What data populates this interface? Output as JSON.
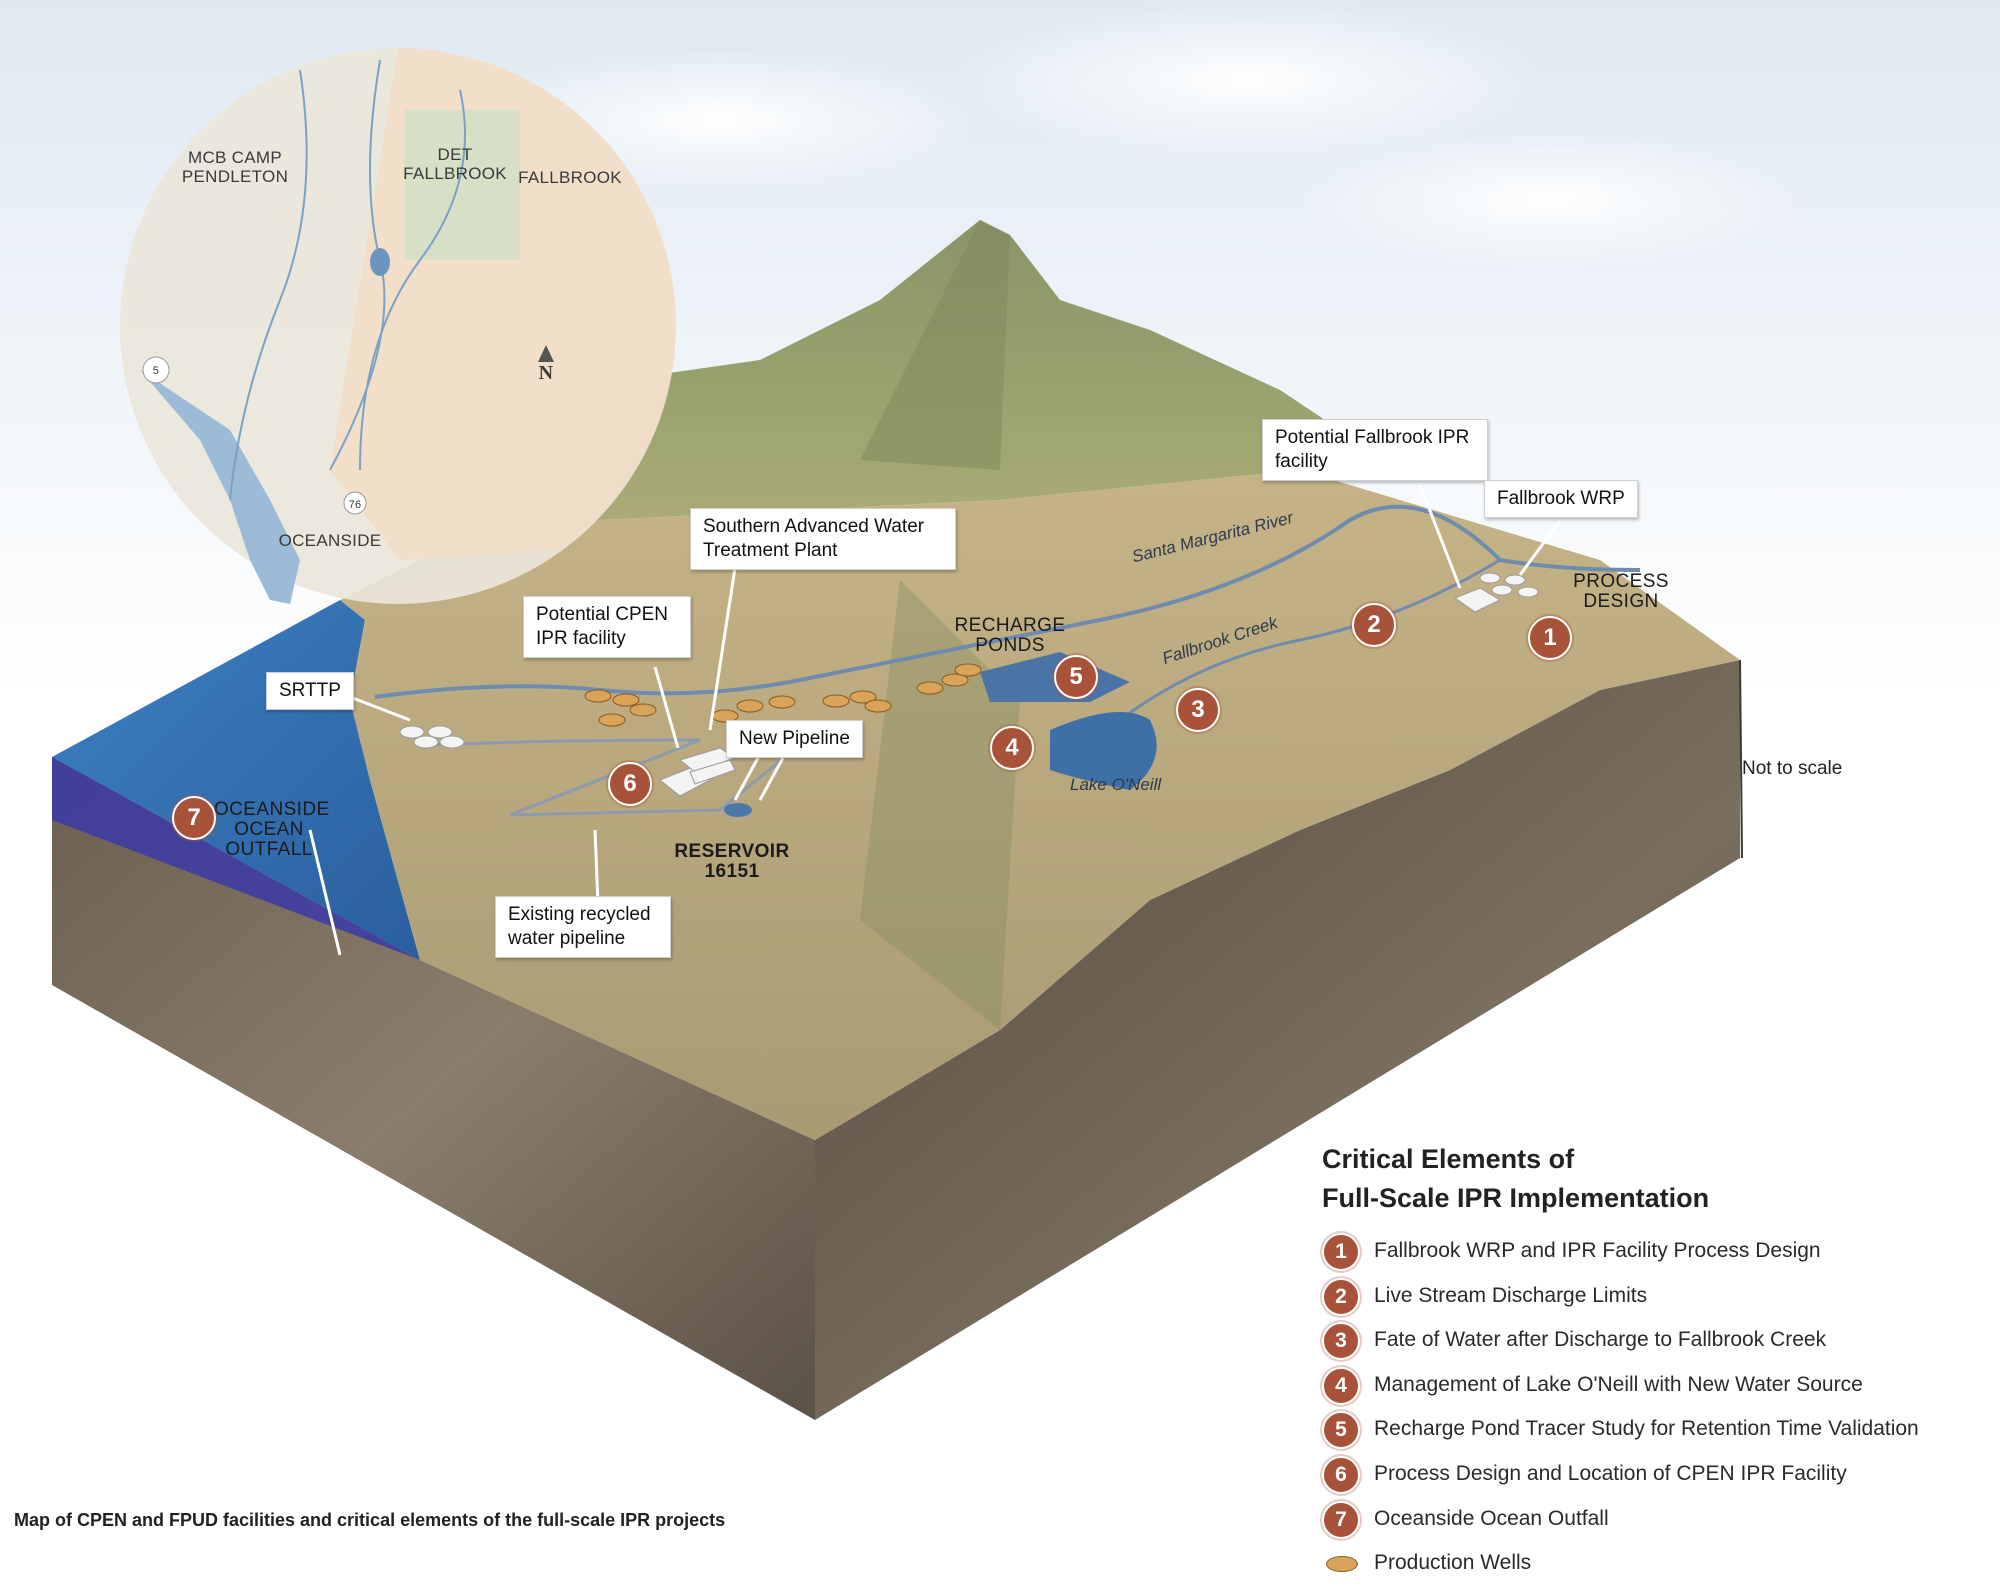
{
  "inset_map": {
    "labels": [
      "MCB CAMP PENDLETON",
      "DET FALLBROOK",
      "FALLBROOK",
      "OCEANSIDE"
    ],
    "highway_shields": [
      "5",
      "76"
    ],
    "north_label": "N"
  },
  "callouts": {
    "potential_fallbrook_ipr": "Potential Fallbrook IPR facility",
    "fallbrook_wrp": "Fallbrook WRP",
    "southern_advanced": "Southern Advanced Water Treatment Plant",
    "potential_cpen_ipr": "Potential CPEN IPR facility",
    "srttp": "SRTTP",
    "new_pipeline": "New Pipeline",
    "existing_recycled": "Existing recycled water pipeline"
  },
  "terrain_labels": {
    "process_design": "PROCESS DESIGN",
    "recharge_ponds": "RECHARGE PONDS",
    "reservoir": "RESERVOIR 16151",
    "oceanside_outfall": "OCEANSIDE OCEAN OUTFALL",
    "santa_margarita": "Santa Margarita River",
    "fallbrook_creek": "Fallbrook Creek",
    "lake_oneill": "Lake O'Neill"
  },
  "map_badges": [
    "1",
    "2",
    "3",
    "4",
    "5",
    "6",
    "7"
  ],
  "not_to_scale": "Not to scale",
  "legend": {
    "title_line1": "Critical Elements of",
    "title_line2": "Full-Scale IPR Implementation",
    "items": [
      {
        "number": "1",
        "text": "Fallbrook WRP and IPR Facility Process Design"
      },
      {
        "number": "2",
        "text": "Live Stream Discharge Limits"
      },
      {
        "number": "3",
        "text": "Fate of Water after Discharge to Fallbrook Creek"
      },
      {
        "number": "4",
        "text": "Management of Lake O'Neill with New Water Source"
      },
      {
        "number": "5",
        "text": "Recharge Pond Tracer Study for Retention Time Validation"
      },
      {
        "number": "6",
        "text": "Process Design and Location of CPEN IPR Facility"
      },
      {
        "number": "7",
        "text": "Oceanside Ocean Outfall"
      }
    ],
    "wells_label": "Production Wells"
  },
  "caption": "Map of CPEN and FPUD facilities and critical elements of the full-scale IPR projects",
  "colors": {
    "badge": "#a8523a",
    "ocean": "#2f6fb0",
    "valley": "#c9b48a",
    "rock": "#6e6152",
    "pipeline": "#7f8fa6"
  }
}
